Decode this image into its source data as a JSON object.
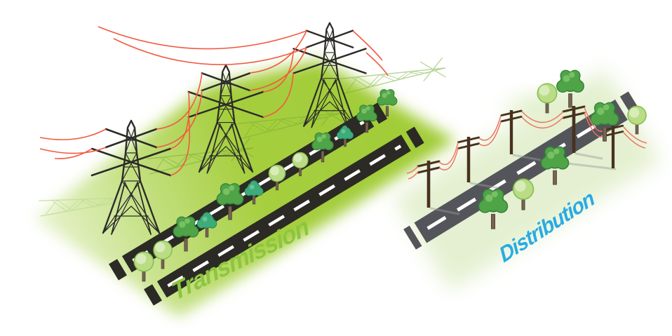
{
  "scene": {
    "transmission": {
      "label": "Transmission",
      "tower_count": 3,
      "wires_per_span": 4,
      "tree_count": 12,
      "road": "dual carriageway with dashed center lines"
    },
    "distribution": {
      "label": "Distribution",
      "pole_count": 5,
      "wires_per_span": 2,
      "tree_count": 7,
      "road": "single road with dashed center line"
    }
  },
  "colors": {
    "labelTransmission": "#8CC63F",
    "labelDistribution": "#29ABE2",
    "grass": "#A4CE3A",
    "grassLight": "#D9EBAC",
    "grassPale": "#E3F0CF",
    "roadDark": "#2B2A25",
    "roadGray": "#54555A",
    "roadDash": "#FFFFFF",
    "wire": "#F15B40",
    "wireLight": "#ED7663",
    "tower": "#2B2B28",
    "ghost": "#76AB35",
    "ghostPale": "#BFDC95",
    "treeLight": "#B9DC85",
    "treeLightHi": "#D8ECBA",
    "treeLightEdge": "#85BC4E",
    "treeDark": "#4EA447",
    "treeDarkHi": "#79C064",
    "treeDarkEdge": "#35803A",
    "treeTeal": "#3EAC79",
    "treeTealHi": "#68C49A",
    "treeTealEdge": "#2B8C5F",
    "trunk": "#786353",
    "trunkEdge": "#4E4134",
    "pole": "#47311F",
    "shadow": "#9B9B9B"
  }
}
